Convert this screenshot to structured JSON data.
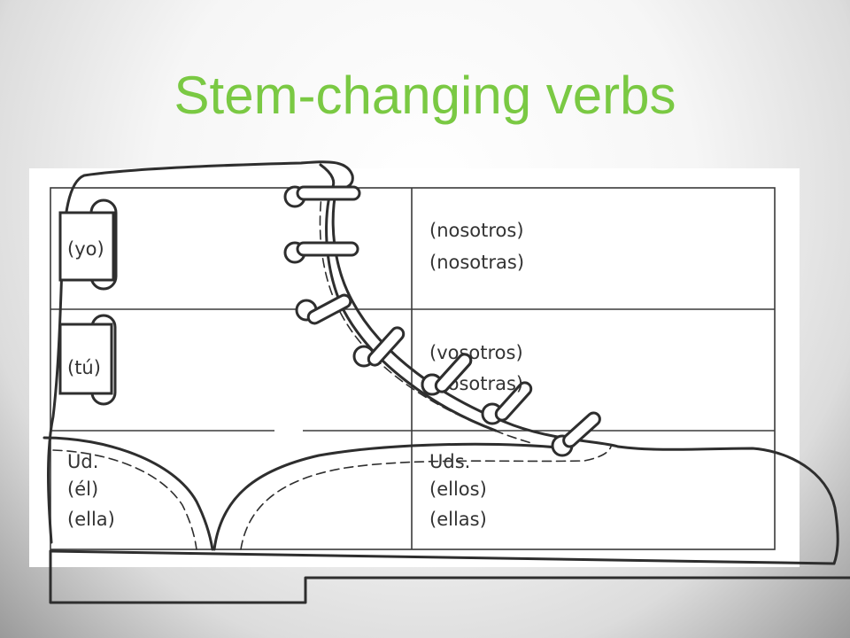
{
  "title": "Stem-changing verbs",
  "grid": {
    "left": [
      [
        "(yo)"
      ],
      [
        "(tú)"
      ],
      [
        "Ud.",
        "(él)",
        "(ella)"
      ]
    ],
    "right": [
      [
        "(nosotros)",
        "(nosotras)"
      ],
      [
        "(vosotros)",
        "(vosotras)"
      ],
      [
        "Uds.",
        "(ellos)",
        "(ellas)"
      ]
    ]
  },
  "colors": {
    "title": "#7ac943",
    "lines": "#3a3a3a",
    "text": "#333333"
  }
}
